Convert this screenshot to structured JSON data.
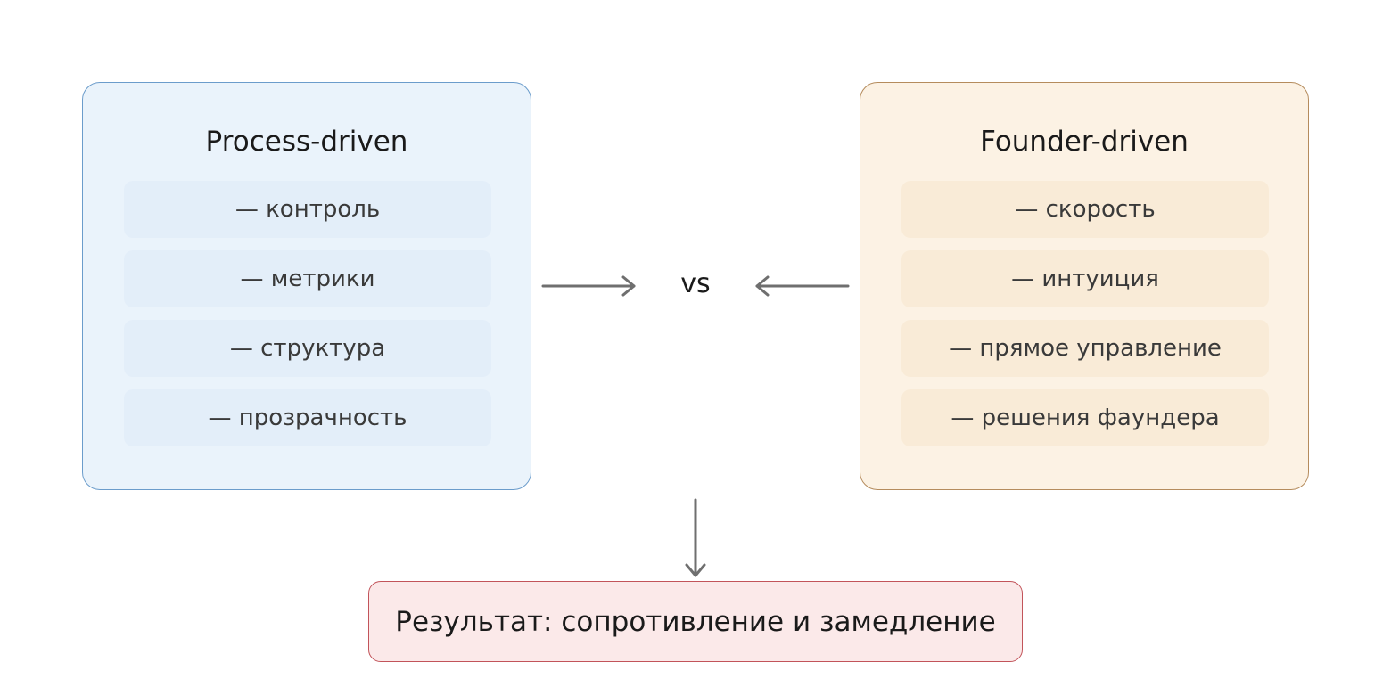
{
  "process": {
    "title": "Process-driven",
    "items": [
      "— контроль",
      "— метрики",
      "— структура",
      "— прозрачность"
    ]
  },
  "founder": {
    "title": "Founder-driven",
    "items": [
      "— скорость",
      "— интуиция",
      "— прямое управление",
      "— решения фаундера"
    ]
  },
  "vs": "vs",
  "result": "Результат: сопротивление и замедление",
  "colors": {
    "process_bg": "#eaf3fb",
    "process_border": "#6b9ccb",
    "founder_bg": "#fcf2e4",
    "founder_border": "#b58c5d",
    "result_bg": "#fbe9e9",
    "result_border": "#c2545a",
    "arrow": "#6f6f6f"
  }
}
